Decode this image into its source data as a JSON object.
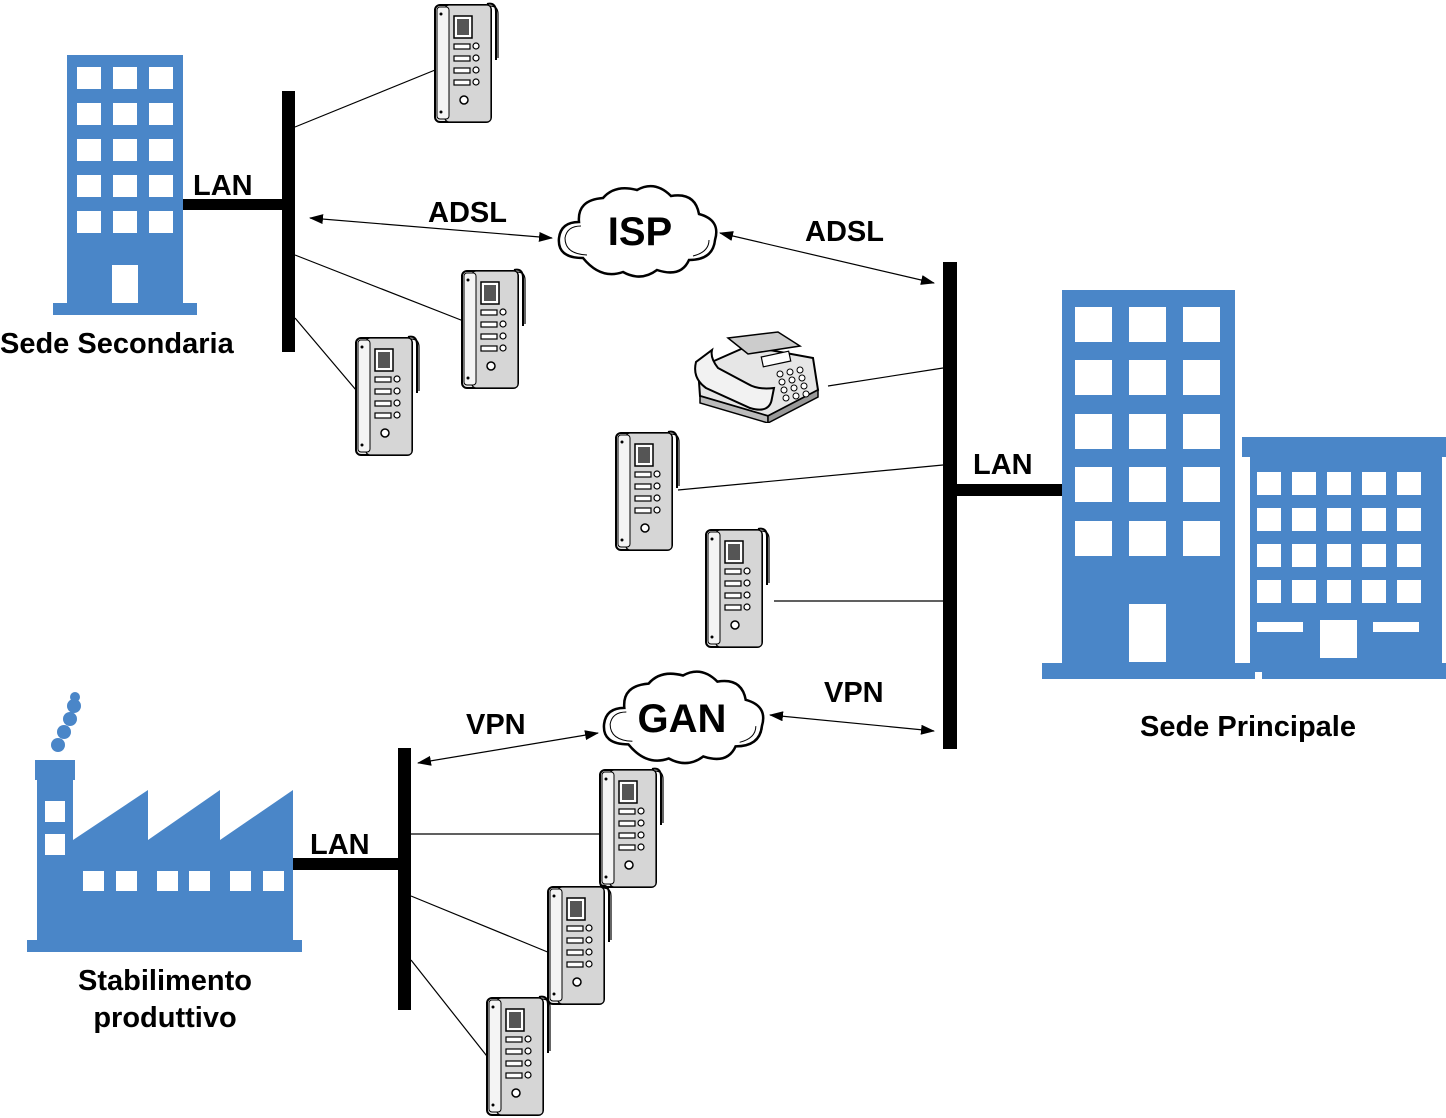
{
  "labels": {
    "sede_secondaria": "Sede Secondaria",
    "sede_principale": "Sede Principale",
    "stabilimento_line1": "Stabilimento",
    "stabilimento_line2": "produttivo",
    "lan_secondaria": "LAN",
    "lan_principale": "LAN",
    "lan_stabilimento": "LAN",
    "adsl_left": "ADSL",
    "adsl_right": "ADSL",
    "vpn_left": "VPN",
    "vpn_right": "VPN",
    "isp": "ISP",
    "gan": "GAN"
  },
  "colors": {
    "building": "#4a86c8",
    "line": "#000000"
  },
  "icons": {
    "device": "door-intercom-panel-icon",
    "phone": "desk-phone-icon",
    "cloud": "cloud-icon",
    "office": "office-building-icon",
    "factory": "factory-icon"
  }
}
